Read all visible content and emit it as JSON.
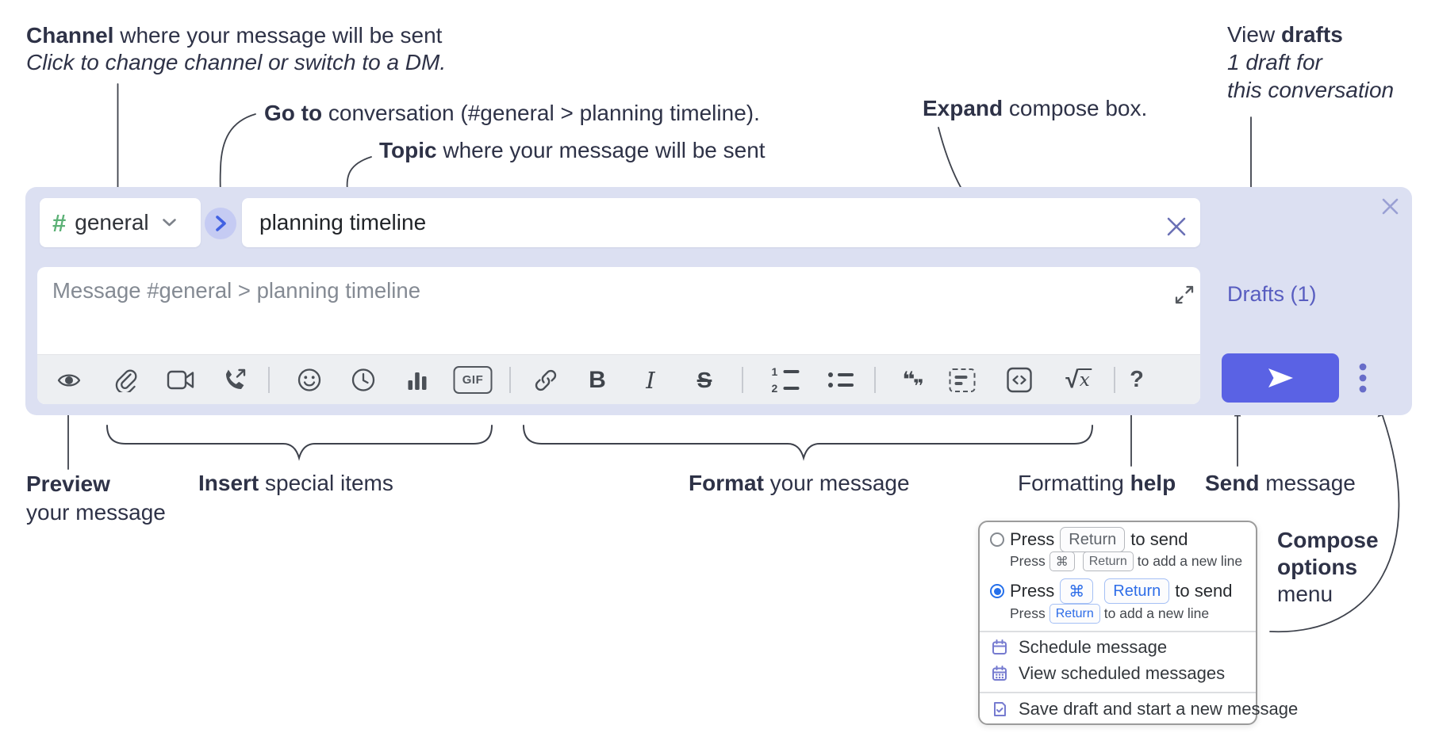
{
  "annotations": {
    "channel": {
      "bold": "Channel",
      "rest": " where your message will be sent",
      "sub": "Click to change channel or switch to a DM."
    },
    "go_to": {
      "bold": "Go to",
      "rest": " conversation (#general > planning timeline)."
    },
    "topic": {
      "bold": "Topic",
      "rest": " where your message will be sent"
    },
    "expand": {
      "bold": "Expand",
      "rest": " compose box."
    },
    "view_drafts": {
      "pre": "View ",
      "bold": "drafts",
      "line2": "1 draft for",
      "line3": "this conversation"
    },
    "preview": {
      "bold": "Preview",
      "line2": "your message"
    },
    "insert": {
      "bold": "Insert",
      "rest": " special items"
    },
    "format": {
      "bold": "Format",
      "rest": " your message"
    },
    "formatting_help": {
      "pre": "Formatting ",
      "bold": "help"
    },
    "send": {
      "bold": "Send",
      "rest": " message"
    },
    "compose_options": {
      "line1": "Compose",
      "line2": "options",
      "line3": "menu"
    }
  },
  "compose": {
    "channel": {
      "hash": "#",
      "name": "general"
    },
    "topic_value": "planning timeline",
    "message_placeholder": "Message #general > planning timeline",
    "drafts_link": "Drafts (1)",
    "toolbar": {
      "gif": "GIF",
      "bold": "B",
      "italic": "I",
      "strike": "S",
      "help": "?",
      "math_sqrt": "√",
      "math_x": "x",
      "ol_1": "1",
      "ol_2": "2",
      "quote_open": "❝",
      "quote_close": "❞"
    }
  },
  "popup": {
    "option_enter": {
      "prefix": "Press",
      "key": "Return",
      "suffix": "to send",
      "sub_prefix": "Press",
      "sub_key1": "⌘",
      "sub_key2": "Return",
      "sub_suffix": "to add a new line"
    },
    "option_cmd_enter": {
      "prefix": "Press",
      "key1": "⌘",
      "key2": "Return",
      "suffix": "to send",
      "sub_prefix": "Press",
      "sub_key": "Return",
      "sub_suffix": "to add a new line"
    },
    "menu": {
      "schedule": "Schedule message",
      "view_scheduled": "View scheduled messages",
      "save_draft": "Save draft and start a new message"
    }
  },
  "colors": {
    "panel": "#dce0f2",
    "send_button": "#5a62e4",
    "link_purple": "#585dc0",
    "hash_green": "#5cb176",
    "key_blue": "#2e6de8",
    "radio_selected": "#2570eb"
  }
}
